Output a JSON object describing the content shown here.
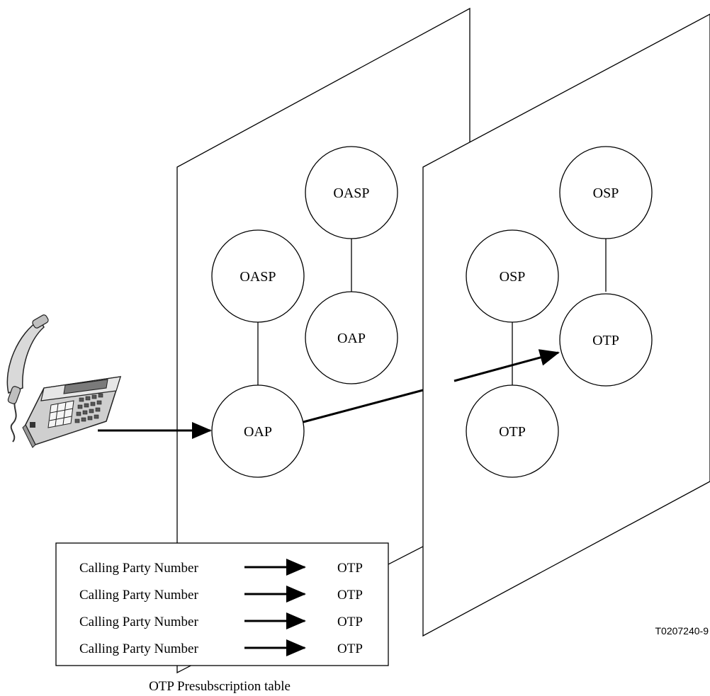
{
  "panels": {
    "left": {
      "nodes": {
        "oasp_top": "OASP",
        "oasp_mid": "OASP",
        "oap_right": "OAP",
        "oap_main": "OAP"
      }
    },
    "right": {
      "nodes": {
        "osp_top": "OSP",
        "osp_mid": "OSP",
        "otp_target": "OTP",
        "otp_lower": "OTP"
      }
    }
  },
  "table": {
    "rows": [
      {
        "source": "Calling Party Number",
        "target": "OTP"
      },
      {
        "source": "Calling Party Number",
        "target": "OTP"
      },
      {
        "source": "Calling Party Number",
        "target": "OTP"
      },
      {
        "source": "Calling Party Number",
        "target": "OTP"
      }
    ],
    "caption": "OTP Presubscription table"
  },
  "figure_id": "T0207240-9",
  "icons": {
    "telephone": "telephone-icon"
  }
}
